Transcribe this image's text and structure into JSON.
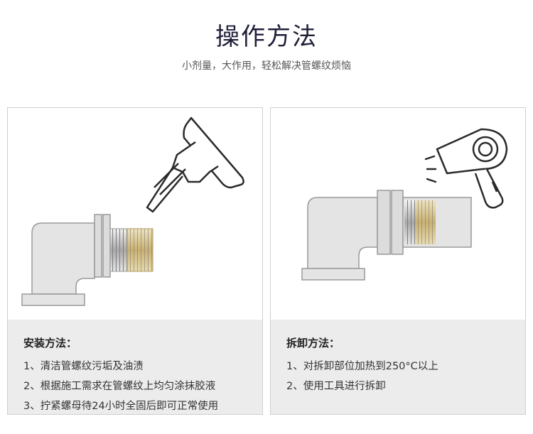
{
  "header": {
    "title": "操作方法",
    "subtitle": "小剂量，大作用，轻松解决管螺纹烦恼"
  },
  "install": {
    "heading": "安装方法：",
    "steps": [
      "1、清洁管螺纹污垢及油渍",
      "2、根据施工需求在管螺纹上均匀涂抹胶液",
      "3、拧紧螺母待24小时全固后即可正常使用"
    ]
  },
  "remove": {
    "heading": "拆卸方法：",
    "steps": [
      "1、对拆卸部位加热到250°C以上",
      "2、使用工具进行拆卸"
    ]
  },
  "colors": {
    "title": "#1f1f3a",
    "info_bg": "#ececec",
    "pipe_fill": "#e4e4e4",
    "pipe_stroke": "#9a9a9a",
    "thread_silver": "#c8c8c8",
    "thread_gold": "#d8c690"
  },
  "icons": [
    "glue-bottle-icon",
    "hair-dryer-icon",
    "pipe-elbow-icon"
  ]
}
